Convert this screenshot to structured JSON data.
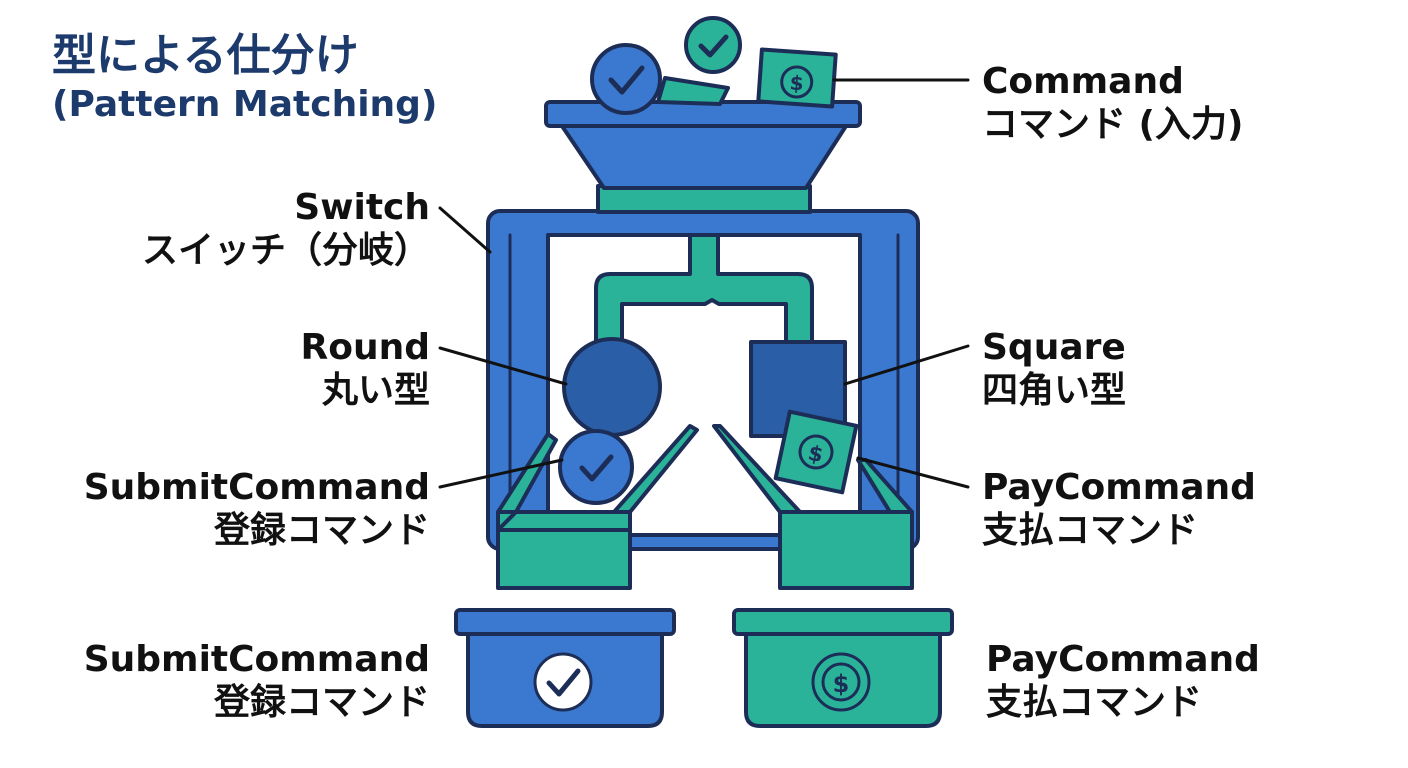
{
  "title": {
    "main": "型による仕分け",
    "sub": "(Pattern Matching)"
  },
  "labels": {
    "command": {
      "en": "Command",
      "ja": "コマンド (入力)"
    },
    "switch": {
      "en": "Switch",
      "ja": "スイッチ（分岐）"
    },
    "round": {
      "en": "Round",
      "ja": "丸い型"
    },
    "square": {
      "en": "Square",
      "ja": "四角い型"
    },
    "submit_chute": {
      "en": "SubmitCommand",
      "ja": "登録コマンド"
    },
    "pay_chute": {
      "en": "PayCommand",
      "ja": "支払コマンド"
    },
    "submit_bin": {
      "en": "SubmitCommand",
      "ja": "登録コマンド"
    },
    "pay_bin": {
      "en": "PayCommand",
      "ja": "支払コマンド"
    }
  },
  "icons": {
    "submit": "check-icon",
    "pay": "dollar-icon"
  },
  "colors": {
    "blue": "#3b78cf",
    "dark_blue": "#2a5fa8",
    "teal": "#2bb39a",
    "outline": "#1c2e57",
    "text": "#111111",
    "title": "#1c3a6b"
  }
}
